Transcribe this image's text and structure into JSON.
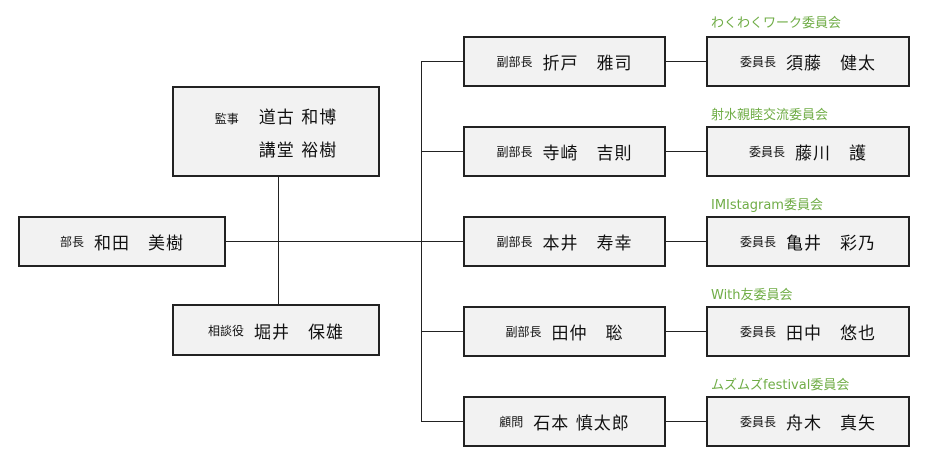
{
  "head": {
    "role": "部長",
    "name": "和田　美樹"
  },
  "auditor": {
    "role": "監事",
    "names": [
      "道古 和博",
      "講堂 裕樹"
    ]
  },
  "advisor": {
    "role": "相談役",
    "name": "堀井　保雄"
  },
  "rows": [
    {
      "left_role": "副部長",
      "left_name": "折戸　雅司",
      "committee": "わくわくワーク委員会",
      "right_role": "委員長",
      "right_name": "須藤　健太"
    },
    {
      "left_role": "副部長",
      "left_name": "寺崎　吉則",
      "committee": "射水親睦交流委員会",
      "right_role": "委員長",
      "right_name": "藤川　護"
    },
    {
      "left_role": "副部長",
      "left_name": "本井　寿幸",
      "committee": "IMIstagram委員会",
      "right_role": "委員長",
      "right_name": "亀井　彩乃"
    },
    {
      "left_role": "副部長",
      "left_name": "田仲　聡",
      "committee": "With友委員会",
      "right_role": "委員長",
      "right_name": "田中　悠也"
    },
    {
      "left_role": "顧問",
      "left_name": "石本 慎太郎",
      "committee": "ムズムズfestival委員会",
      "right_role": "委員長",
      "right_name": "舟木　真矢"
    }
  ],
  "colors": {
    "committee_text": "#70ad47",
    "box_fill": "#f2f2f2",
    "border": "#222222"
  }
}
